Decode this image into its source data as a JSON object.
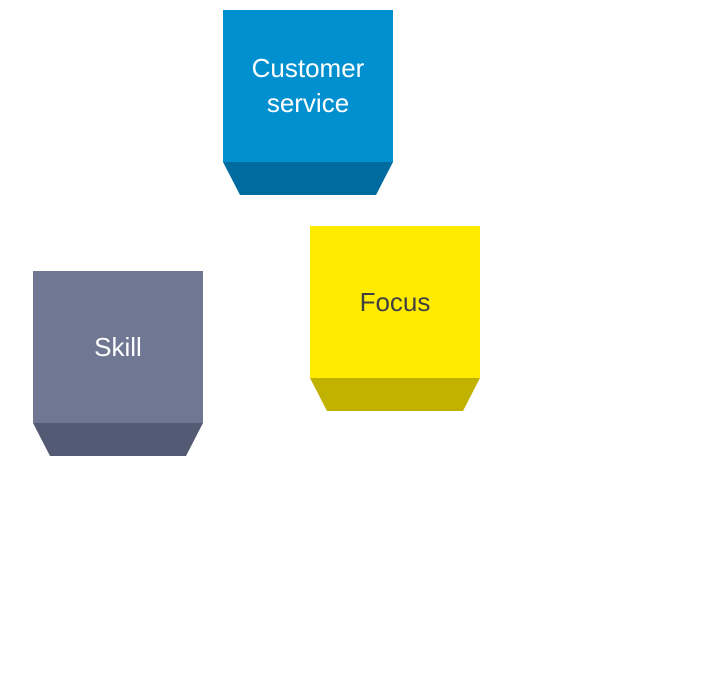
{
  "blocks": [
    {
      "id": "customer-service",
      "label": "Customer\nservice",
      "face_color": "#0090CF",
      "base_color": "#006B9E",
      "text_color": "#FFFFFF"
    },
    {
      "id": "focus",
      "label": "Focus",
      "face_color": "#FFEB00",
      "base_color": "#C2B200",
      "text_color": "#404040"
    },
    {
      "id": "skill",
      "label": "Skill",
      "face_color": "#6F7793",
      "base_color": "#535B74",
      "text_color": "#FFFFFF"
    }
  ]
}
